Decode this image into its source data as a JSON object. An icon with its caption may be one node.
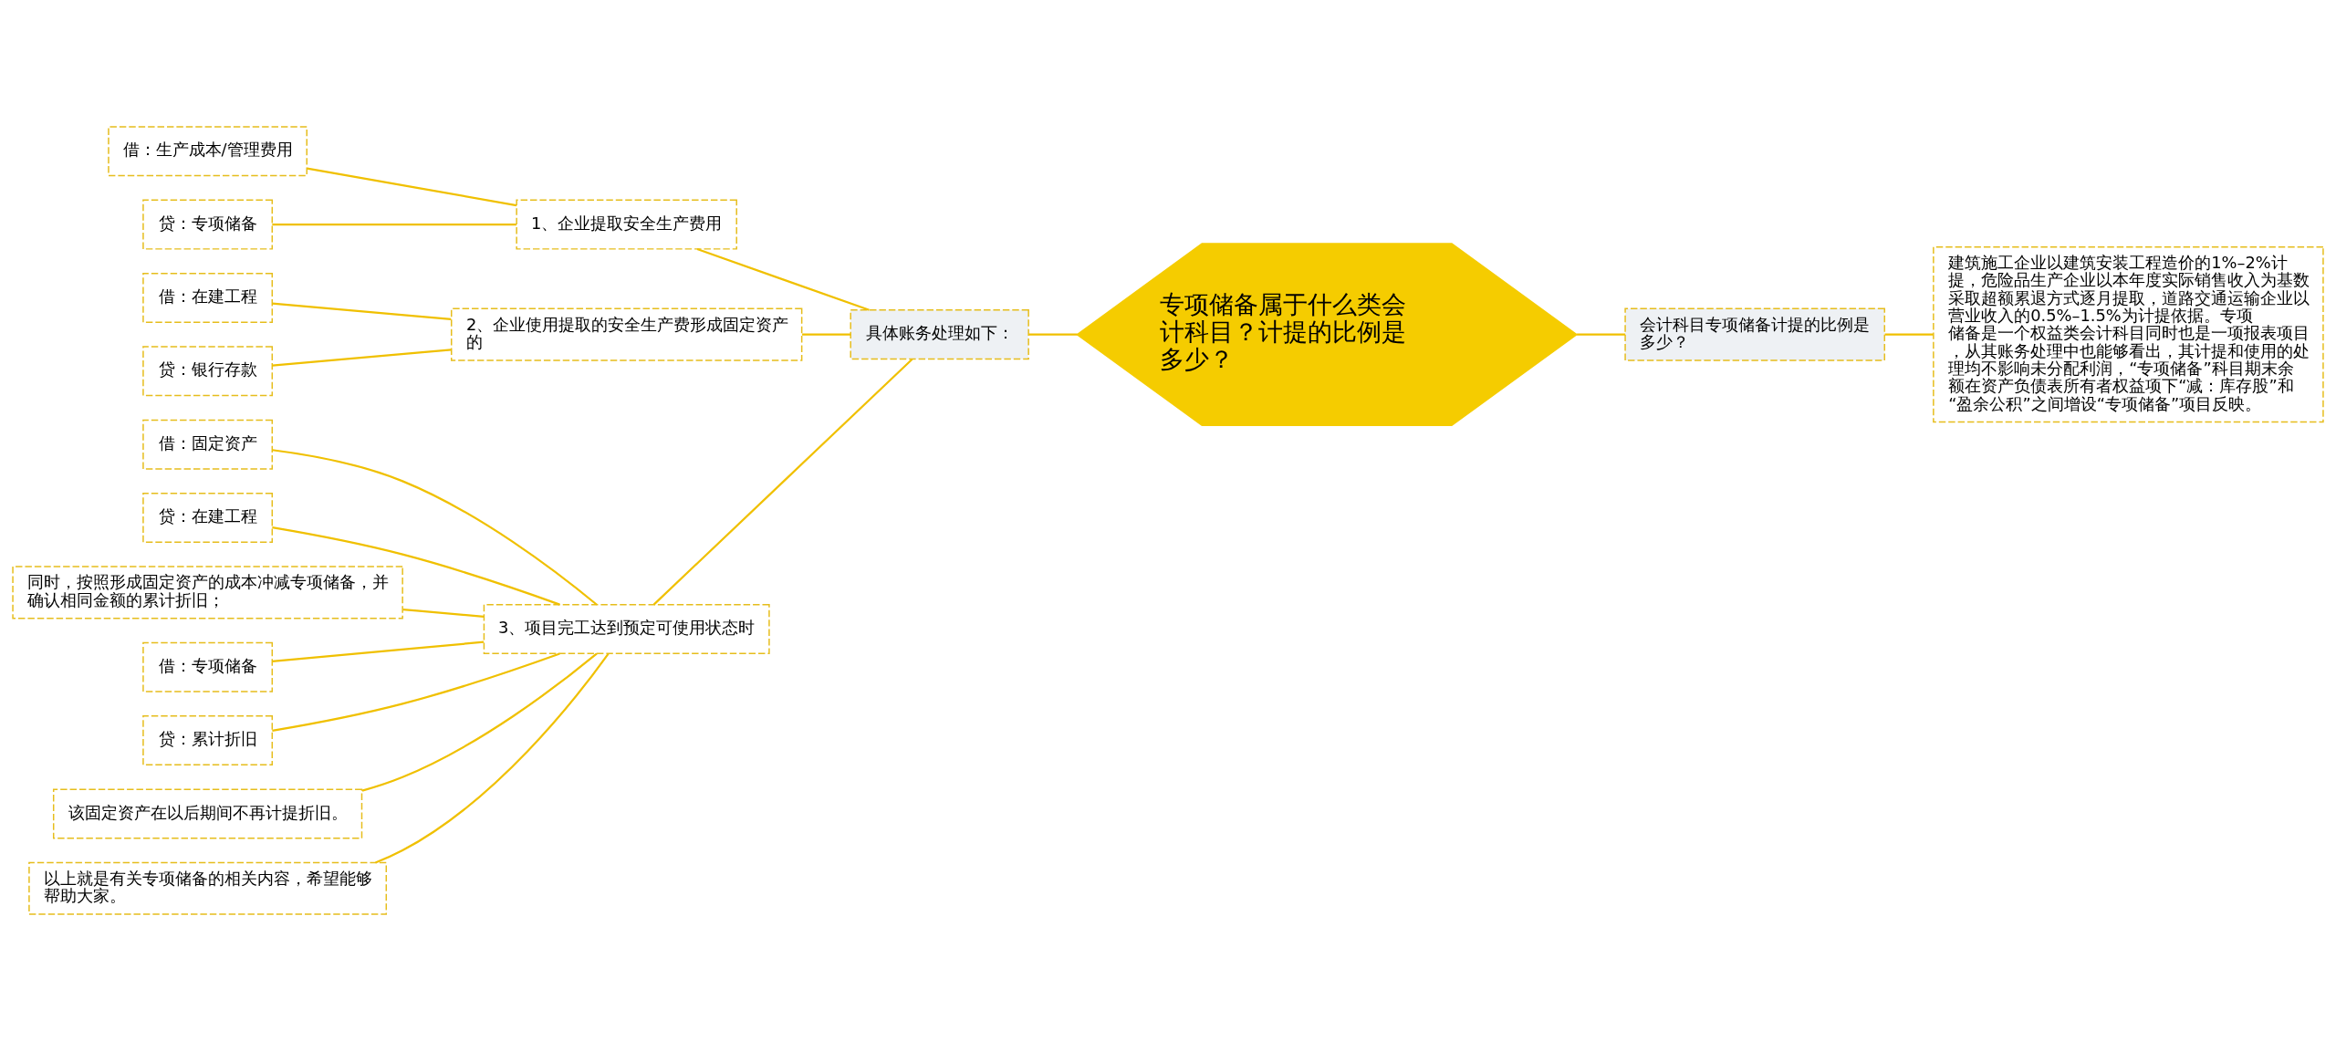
{
  "diagram": {
    "nodes": [
      {
        "text": [
          "专项储备属于什么类会计科目？计提的比例是多少？"
        ]
      },
      {
        "text": [
          "具体账务处理如下："
        ]
      },
      {
        "text": [
          "1、企业提取安全生产费用"
        ]
      },
      {
        "text": [
          "借：生产成本/管理费用"
        ]
      },
      {
        "text": [
          "贷：专项储备"
        ]
      },
      {
        "text": [
          "2、企业使用提取的安全生产费形成固定资产的"
        ]
      },
      {
        "text": [
          "借：在建工程"
        ]
      },
      {
        "text": [
          "贷：银行存款"
        ]
      },
      {
        "text": [
          "3、项目完工达到预定可使用状态时"
        ]
      },
      {
        "text": [
          "借：固定资产"
        ]
      },
      {
        "text": [
          "贷：在建工程"
        ]
      },
      {
        "text": [
          "同时，按照形成固定资产的成本冲减专项储备，并确认相同金额的累计折旧；"
        ]
      },
      {
        "text": [
          "借：专项储备"
        ]
      },
      {
        "text": [
          "贷：累计折旧"
        ]
      },
      {
        "text": [
          "该固定资产在以后期间不再计提折旧。"
        ]
      },
      {
        "text": [
          "以上就是有关专项储备的相关内容，希望能够帮助大家。"
        ]
      },
      {
        "text": [
          "会计科目专项储备计提的比例是多少？"
        ]
      },
      {
        "text": [
          "建筑施工企业以建筑安装工程造价的1%–2%计提，危险品生产企业以本年度实际销售收入为基数采取超额累退方式逐月提取，道路交通运输企业以营业收入的0.5%–1.5%为计提依据。专项储备是一个权益类会计科目同时也是一项报表项目，从其账务处理中也能够看出，其计提和使用的处理均不影响未分配利润，“专项储备”科目期末余额在资产负债表所有者权益项下“减：库存股”和“盈余公积”之间增设“专项储备”项目反映。"
        ]
      }
    ],
    "edges": [
      {
        "from": 0,
        "to": 1,
        "arrow": "none"
      },
      {
        "from": 1,
        "to": 2,
        "arrow": "none"
      },
      {
        "from": 2,
        "to": 3,
        "arrow": "none"
      },
      {
        "from": 2,
        "to": 4,
        "arrow": "none"
      },
      {
        "from": 1,
        "to": 5,
        "arrow": "none"
      },
      {
        "from": 5,
        "to": 6,
        "arrow": "none"
      },
      {
        "from": 5,
        "to": 7,
        "arrow": "none"
      },
      {
        "from": 1,
        "to": 8,
        "arrow": "none"
      },
      {
        "from": 8,
        "to": 9,
        "arrow": "none"
      },
      {
        "from": 8,
        "to": 10,
        "arrow": "none"
      },
      {
        "from": 8,
        "to": 11,
        "arrow": "none"
      },
      {
        "from": 8,
        "to": 12,
        "arrow": "none"
      },
      {
        "from": 8,
        "to": 13,
        "arrow": "none"
      },
      {
        "from": 8,
        "to": 14,
        "arrow": "none"
      },
      {
        "from": 8,
        "to": 15,
        "arrow": "none"
      },
      {
        "from": 0,
        "to": 16,
        "arrow": "none"
      },
      {
        "from": 16,
        "to": 17,
        "arrow": "none"
      }
    ]
  }
}
